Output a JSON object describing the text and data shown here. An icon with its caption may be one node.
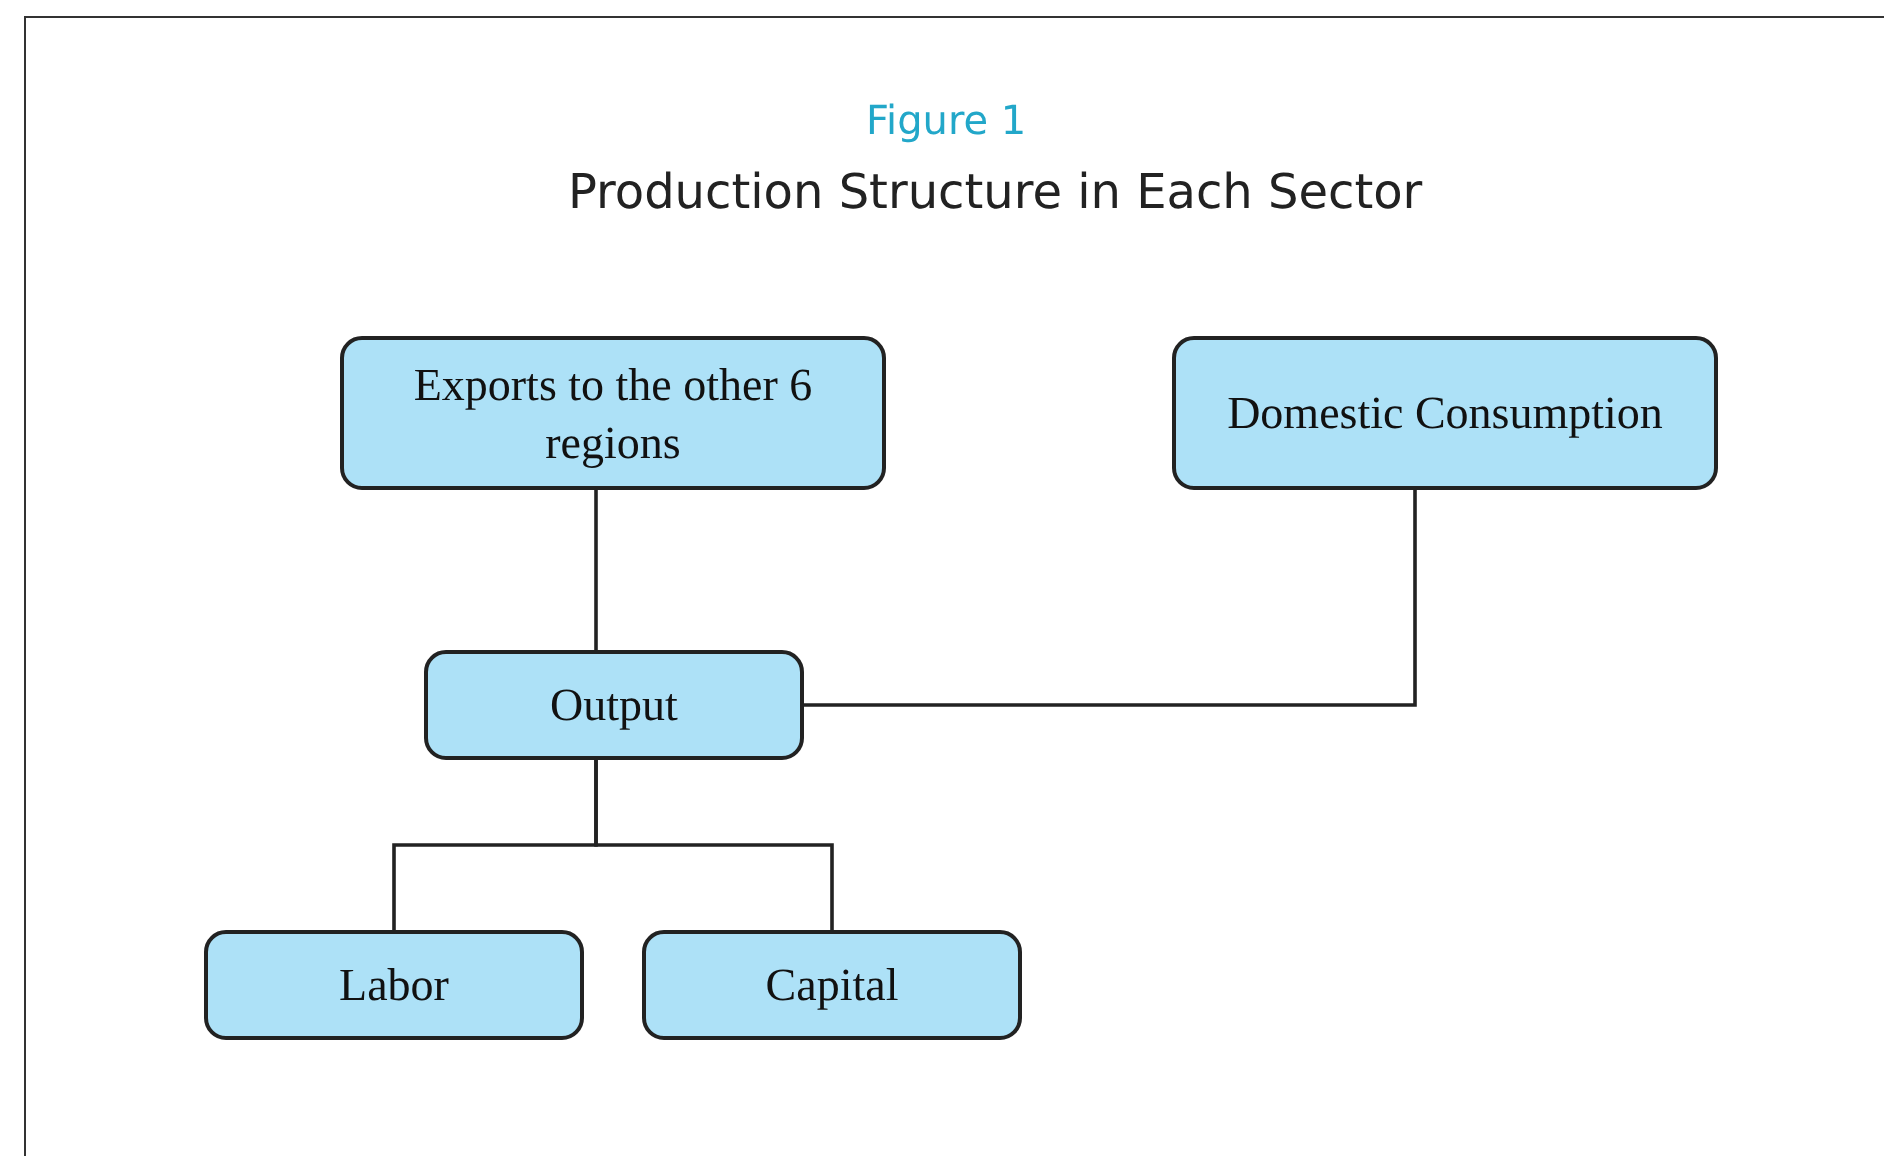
{
  "diagram": {
    "title": "Production Structure in Each Sector",
    "nodes": [
      {
        "text": [
          "Exports to the other 6 regions"
        ]
      },
      {
        "text": [
          "Domestic Consumption"
        ]
      },
      {
        "text": [
          "Output"
        ]
      },
      {
        "text": [
          "Labor"
        ]
      },
      {
        "text": [
          "Capital"
        ]
      }
    ],
    "edges": [
      {
        "from": 2,
        "to": 0,
        "arrow": "none"
      },
      {
        "from": 2,
        "to": 1,
        "arrow": "none"
      },
      {
        "from": 2,
        "to": 3,
        "arrow": "none"
      },
      {
        "from": 2,
        "to": 4,
        "arrow": "none"
      }
    ],
    "labels": [
      "Figure 1"
    ]
  }
}
